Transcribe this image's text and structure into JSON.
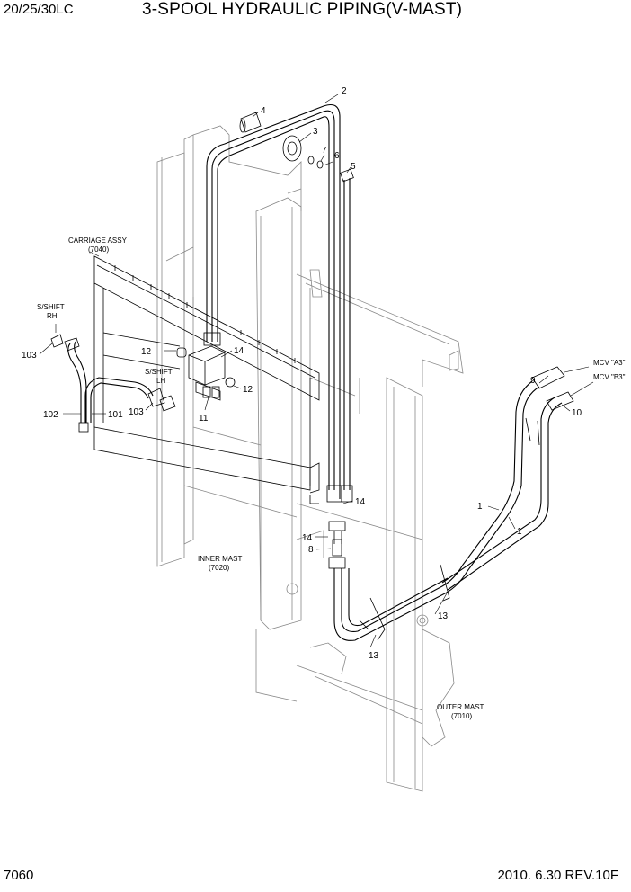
{
  "header": {
    "model": "20/25/30LC",
    "title": "3-SPOOL HYDRAULIC PIPING(V-MAST)"
  },
  "footer": {
    "page_number": "7060",
    "revision": "2010.  6.30  REV.10F"
  },
  "assemblies": {
    "carriage": {
      "name": "CARRIAGE ASSY",
      "code": "(7040)"
    },
    "inner_mast": {
      "name": "INNER MAST",
      "code": "(7020)"
    },
    "outer_mast": {
      "name": "OUTER MAST",
      "code": "(7010)"
    }
  },
  "side_shift": {
    "rh_line1": "S/SHIFT",
    "rh_line2": "RH",
    "lh_line1": "S/SHIFT",
    "lh_line2": "LH"
  },
  "mcv": {
    "a3": "MCV \"A3\"",
    "b3": "MCV \"B3\""
  },
  "callouts": {
    "c1a": "1",
    "c1b": "1",
    "c2": "2",
    "c3": "3",
    "c4": "4",
    "c5": "5",
    "c6": "6",
    "c7": "7",
    "c8": "8",
    "c9": "9",
    "c10": "10",
    "c11": "11",
    "c12a": "12",
    "c12b": "12",
    "c13a": "13",
    "c13b": "13",
    "c14a": "14",
    "c14b": "14",
    "c14c": "14",
    "c101": "101",
    "c102": "102",
    "c103a": "103",
    "c103b": "103"
  }
}
